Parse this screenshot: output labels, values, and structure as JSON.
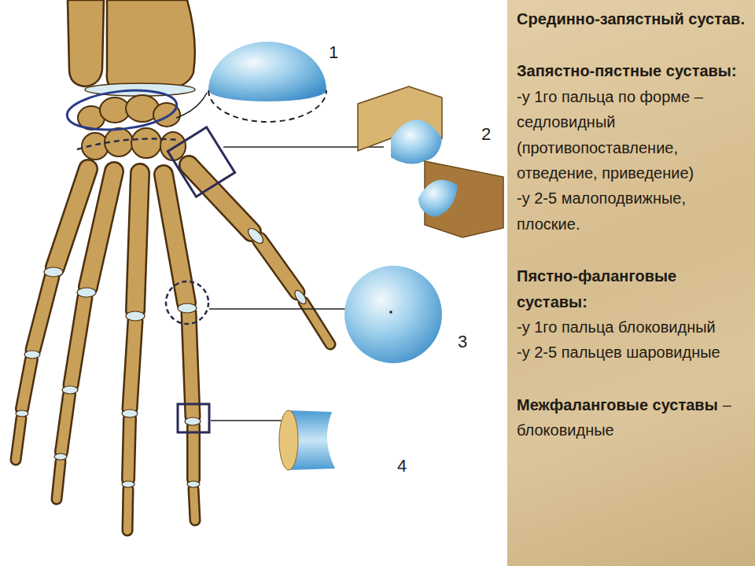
{
  "diagram": {
    "nodes": [
      {
        "text": [
          "Срединно-запястный сустав.",
          "Запястно-пястные суставы:",
          "-у 1го пальца по форме – седловидный (противопоставление, отведение, приведение)",
          "-у 2-5 малоподвижные, плоские.",
          "Пястно-фаланговые суставы:",
          "-у 1го пальца блоковидный",
          "-у 2-5 пальцев шаровидные",
          "Межфаланговые суставы",
          "–блоковидные"
        ]
      }
    ],
    "labels": [
      "1",
      "2",
      "3",
      "4"
    ]
  }
}
